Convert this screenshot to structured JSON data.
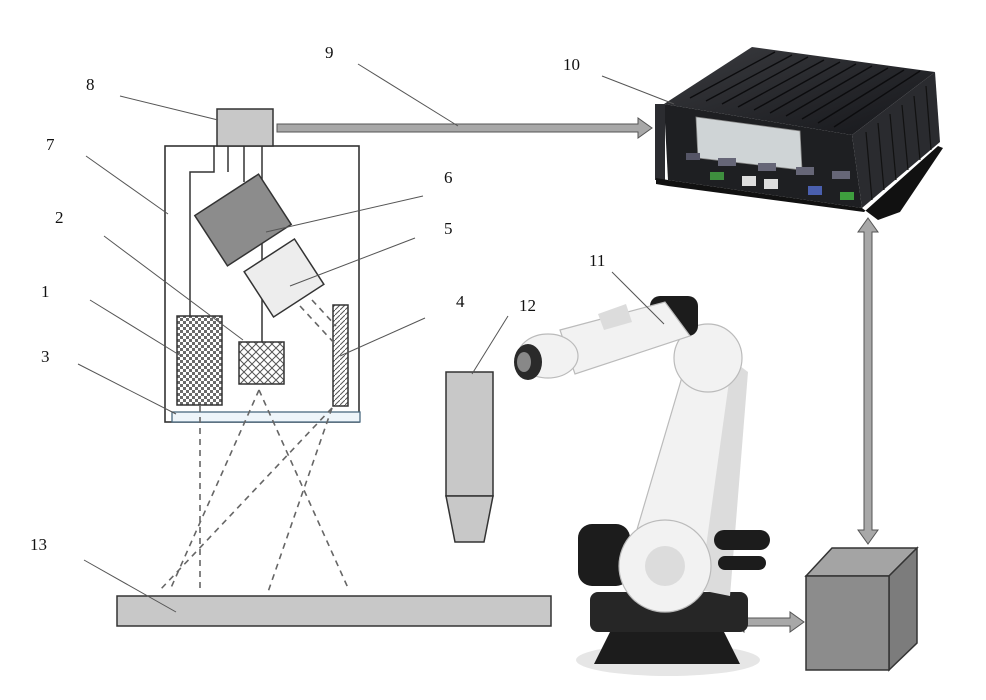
{
  "labels": {
    "l1": "1",
    "l2": "2",
    "l3": "3",
    "l4": "4",
    "l5": "5",
    "l6": "6",
    "l7": "7",
    "l8": "8",
    "l9": "9",
    "l10": "10",
    "l11": "11",
    "l12": "12",
    "l13": "13"
  },
  "colors": {
    "component_fill": "#c8c8c8",
    "camera_dark": "#8c8c8c",
    "projector_light": "#ededed",
    "arrow_fill": "#a8a8a8",
    "controller_body": "#1e1f22",
    "robot_body": "#f2f2f2",
    "robot_dark": "#1c1c1c"
  }
}
